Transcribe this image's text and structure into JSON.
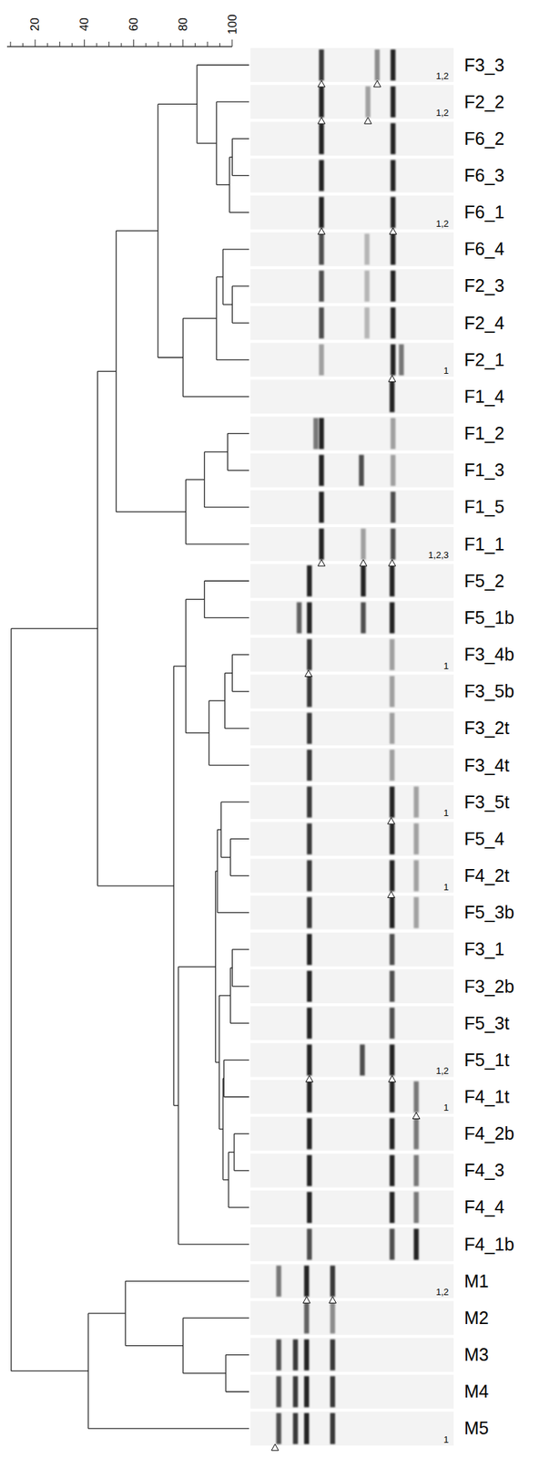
{
  "diagram": {
    "labels": [
      "20",
      "40",
      "60",
      "80",
      "100",
      "F3_3",
      "1,2",
      "F2_2",
      "1,2",
      "F6_2",
      "F6_3",
      "F6_1",
      "1,2",
      "F6_4",
      "F2_3",
      "F2_4",
      "F2_1",
      "1",
      "F1_4",
      "F1_2",
      "F1_3",
      "F1_5",
      "F1_1",
      "1,2,3",
      "F5_2",
      "F5_1b",
      "F3_4b",
      "1",
      "F3_5b",
      "F3_2t",
      "F3_4t",
      "F3_5t",
      "1",
      "F5_4",
      "F4_2t",
      "1",
      "F5_3b",
      "F3_1",
      "F3_2b",
      "F5_3t",
      "F5_1t",
      "1,2",
      "F4_1t",
      "1",
      "F4_2b",
      "F4_3",
      "F4_4",
      "F4_1b",
      "M1",
      "1,2",
      "M2",
      "M3",
      "M4",
      "M5",
      "1"
    ]
  }
}
